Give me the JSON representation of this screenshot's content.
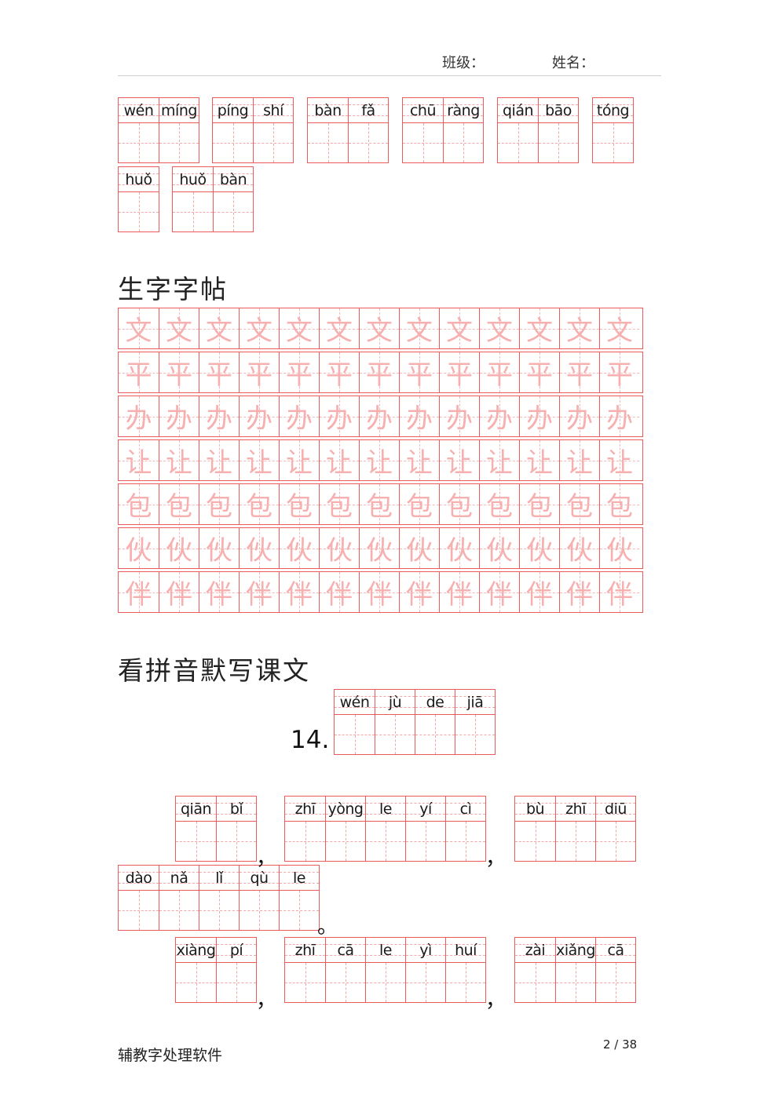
{
  "header": {
    "class_label": "班级：",
    "name_label": "姓名："
  },
  "vocab": [
    [
      "wén",
      "míng"
    ],
    [
      "píng",
      "shí"
    ],
    [
      "bàn",
      "fǎ"
    ],
    [
      "chū",
      "ràng"
    ],
    [
      "qián",
      "bāo"
    ],
    [
      "tóng"
    ],
    [
      "huǒ"
    ],
    [
      "huǒ",
      "bàn"
    ]
  ],
  "section1_title": "生字字帖",
  "tie_chars": [
    "文",
    "平",
    "办",
    "让",
    "包",
    "伙",
    "伴"
  ],
  "section2_title": "看拼音默写课文",
  "lesson_number": "14.",
  "lesson_title_py": [
    "wén",
    "jù",
    "de",
    "jiā"
  ],
  "lines": [
    [
      "qiān",
      "bǐ"
    ],
    [
      "zhī",
      "yòng",
      "le",
      "yí",
      "cì"
    ],
    [
      "bù",
      "zhī",
      "diū"
    ],
    [
      "dào",
      "nǎ",
      "lǐ",
      "qù",
      "le"
    ],
    [
      "xiàng",
      "pí"
    ],
    [
      "zhī",
      "cā",
      "le",
      "yì",
      "huí"
    ],
    [
      "zài",
      "xiǎng",
      "cā"
    ]
  ],
  "punct": {
    "comma": "，",
    "period": "。"
  },
  "footer": {
    "label": "辅教字处理软件",
    "page": "2 / 38"
  }
}
